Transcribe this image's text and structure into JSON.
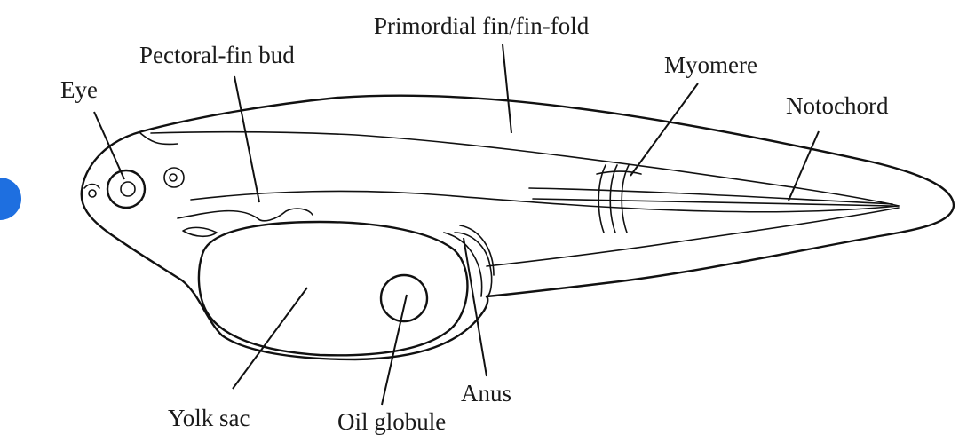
{
  "labels": {
    "fin_fold": "Primordial fin/fin-fold",
    "pectoral": "Pectoral-fin bud",
    "myomere": "Myomere",
    "eye": "Eye",
    "notochord": "Notochord",
    "yolk_sac": "Yolk sac",
    "oil_globule": "Oil globule",
    "anus": "Anus"
  },
  "colors": {
    "ink": "#111111",
    "background": "#ffffff",
    "marker": "#1e6fe0"
  }
}
